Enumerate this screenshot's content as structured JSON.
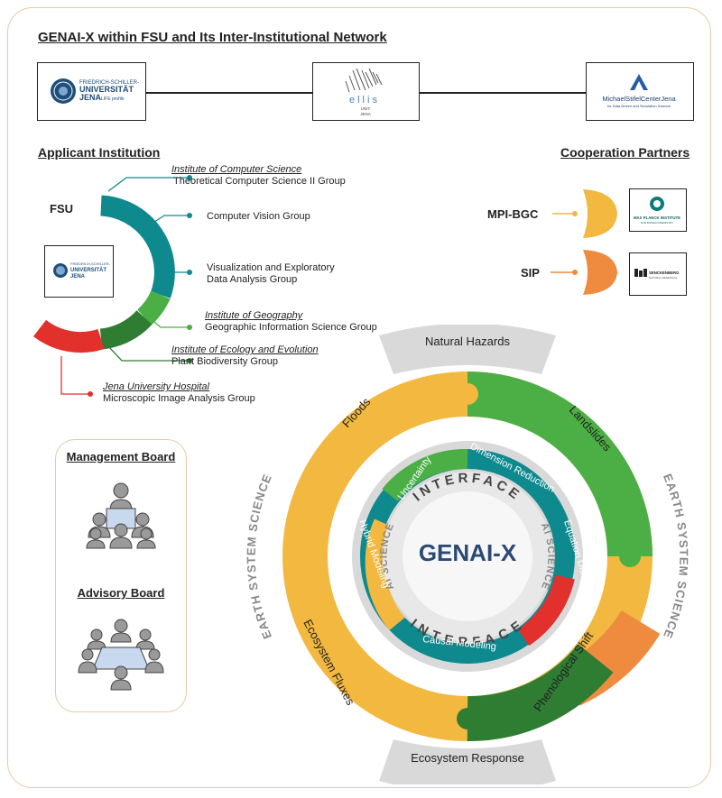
{
  "title": "GENAI-X within FSU and Its Inter-Institutional Network",
  "logos": {
    "jena": {
      "line1": "FRIEDRICH-SCHILLER-",
      "line2": "UNIVERSITÄT",
      "line3": "JENA",
      "sub": "LIFE profile"
    },
    "ellis": {
      "word": "ellis",
      "unit": "UNIT",
      "jena": "JENA"
    },
    "stifel": {
      "name": "MichaelStifelCenterJena",
      "sub": "for Data-Driven and Simulation Science"
    },
    "mpi": {
      "name": "MAX PLANCK INSTITUTE",
      "sub": "FOR BIOGEOCHEMISTRY"
    },
    "senck": {
      "name": "SENCKENBERG",
      "sub": "NATURAL RESEARCH"
    }
  },
  "applicant": {
    "heading": "Applicant Institution",
    "fsu": "FSU",
    "groups": [
      {
        "inst": "Institute of Computer Science",
        "group": "Theoretical Computer Science II Group"
      },
      {
        "inst": "",
        "group": "Computer Vision Group"
      },
      {
        "inst": "",
        "group": "Visualization  and  Exploratory",
        "group2": "Data Analysis Group"
      },
      {
        "inst": "Institute of Geography",
        "group": "Geographic Information Science Group"
      },
      {
        "inst": "Institute of Ecology and Evolution",
        "group": "Plant Biodiversity Group"
      },
      {
        "inst": "Jena University Hospital",
        "group": "Microscopic Image Analysis Group"
      }
    ]
  },
  "cooperation": {
    "heading": "Cooperation Partners",
    "partners": [
      "MPI-BGC",
      "SIP"
    ]
  },
  "boards": {
    "management": "Management Board",
    "advisory": "Advisory Board"
  },
  "diagram": {
    "center": "GENAI-X",
    "outer": [
      "Floods",
      "Landslides",
      "Ecosystem Fluxes",
      "Phenological Shift"
    ],
    "tabs": [
      "Natural Hazards",
      "Ecosystem Response"
    ],
    "side": [
      "EARTH SYSTEM SCIENCE",
      "EARTH SYSTEM SCIENCE"
    ],
    "interface": [
      "INTERFACE",
      "INTERFACE"
    ],
    "ai": [
      "AI SCIENCE",
      "AI SCIENCE"
    ],
    "inner": [
      "Uncertainty",
      "Dimension Reduction",
      "Equation Discovery",
      "Causal Modeling",
      "Hybrid Modeling"
    ]
  },
  "colors": {
    "teal": "#0e8a8f",
    "green": "#4caf45",
    "darkgreen": "#2e7d32",
    "red": "#e2312c",
    "yellow": "#f2b840",
    "orange": "#ef8b3e",
    "gray": "#d9d9d9",
    "navy": "#1f4e79"
  }
}
